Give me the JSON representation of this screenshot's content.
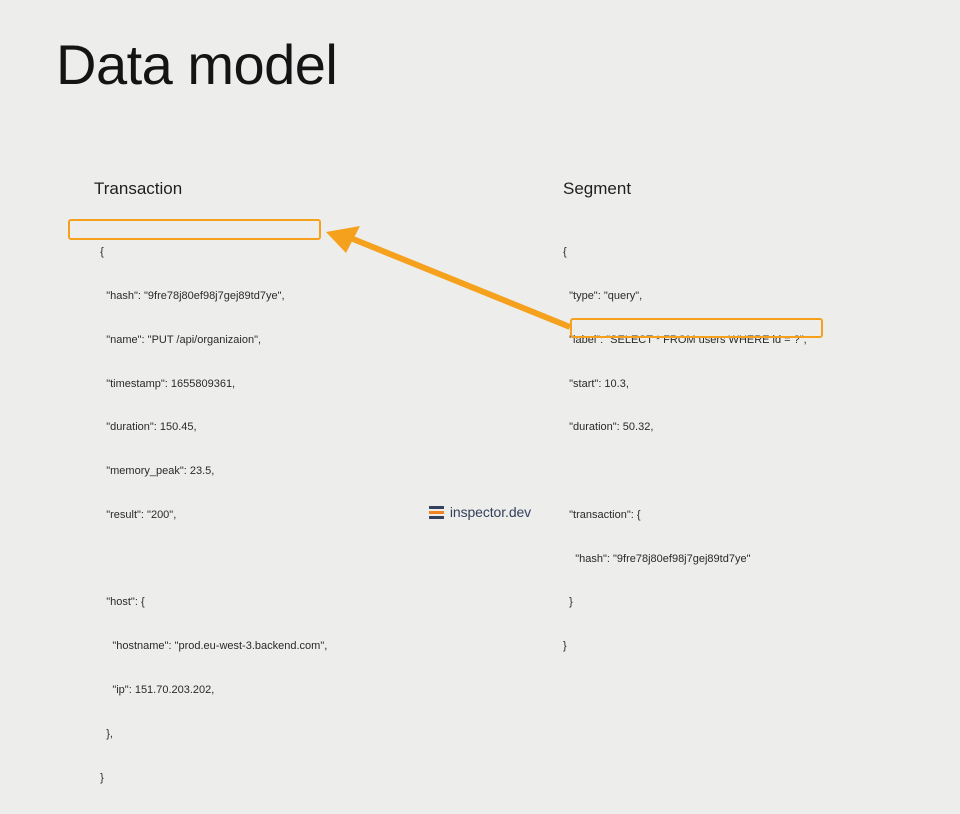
{
  "slide": {
    "title": "Data model",
    "background_color": "#ededeb",
    "accent_color": "#f5a11e"
  },
  "transaction": {
    "heading": "Transaction",
    "code_lines": [
      "  {",
      "    \"hash\": \"9fre78j80ef98j7gej89td7ye\",",
      "    \"name\": \"PUT /api/organizaion\",",
      "    \"timestamp\": 1655809361,",
      "    \"duration\": 150.45,",
      "    \"memory_peak\": 23.5,",
      "    \"result\": \"200\",",
      "",
      "    \"host\": {",
      "      \"hostname\": \"prod.eu-west-3.backend.com\",",
      "      \"ip\": 151.70.203.202,",
      "    },",
      "  }"
    ],
    "highlighted_line": "\"hash\": \"9fre78j80ef98j7gej89td7ye\","
  },
  "segment": {
    "heading": "Segment",
    "code_lines": [
      "{",
      "  \"type\": \"query\",",
      "  \"label\": \"SELECT * FROM users WHERE id = ?\",",
      "  \"start\": 10.3,",
      "  \"duration\": 50.32,",
      "",
      "  \"transaction\": {",
      "    \"hash\": \"9fre78j80ef98j7gej89td7ye\"",
      "  }",
      "}"
    ],
    "highlighted_line": "\"hash\": \"9fre78j80ef98j7gej89td7ye\""
  },
  "connector": {
    "description": "arrow from segment hash to transaction hash",
    "color": "#f5a11e"
  },
  "footer": {
    "logo_text": "inspector.dev",
    "logo_bar_color": "#33415c",
    "logo_accent_color": "#f4821f"
  }
}
